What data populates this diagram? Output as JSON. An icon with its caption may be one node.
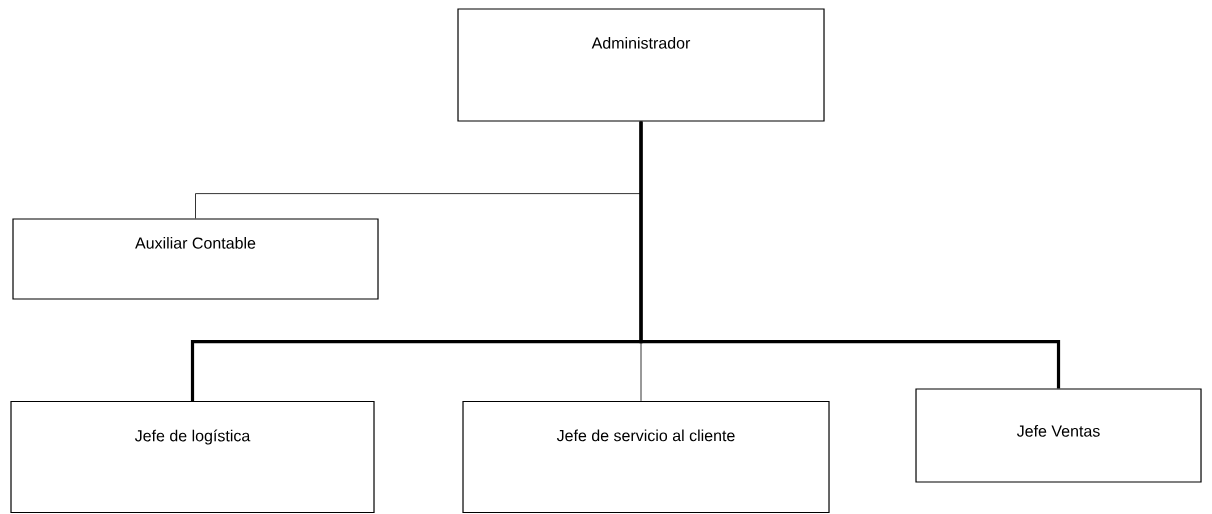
{
  "diagram": {
    "nodes": [
      {
        "text": [
          "Administrador"
        ]
      },
      {
        "text": [
          "Auxiliar Contable"
        ]
      },
      {
        "text": [
          "Jefe de logística"
        ]
      },
      {
        "text": [
          "Jefe de servicio al cliente"
        ]
      },
      {
        "text": [
          "Jefe Ventas"
        ]
      }
    ],
    "edges": [
      {
        "from": 0,
        "to": 1,
        "arrow": "none"
      },
      {
        "from": 0,
        "to": 2,
        "arrow": "none",
        "style": "thick"
      },
      {
        "from": 0,
        "to": 3,
        "arrow": "none"
      },
      {
        "from": 0,
        "to": 4,
        "arrow": "none",
        "style": "thick"
      }
    ]
  }
}
